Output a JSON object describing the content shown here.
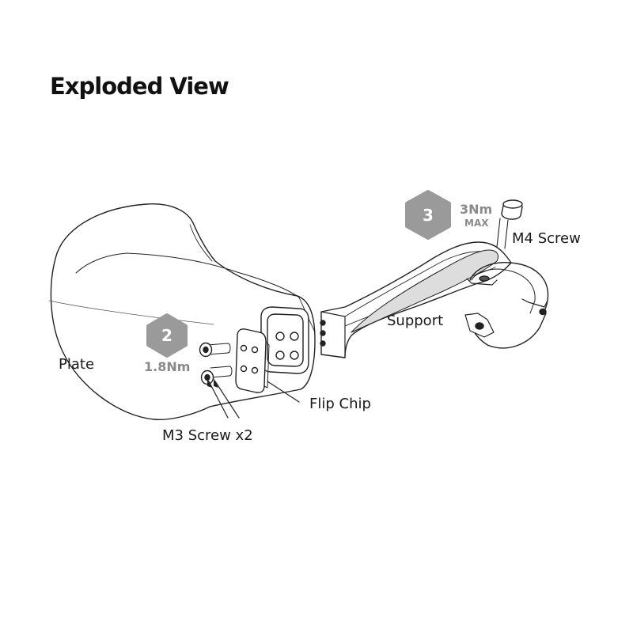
{
  "title": "Exploded View",
  "colors": {
    "line": "#222222",
    "badge": "#9a9a9a",
    "torque_text": "#8a8a8a"
  },
  "steps": [
    {
      "number": "2",
      "torque": "1.8Nm",
      "qualifier": ""
    },
    {
      "number": "3",
      "torque": "3Nm",
      "qualifier": "MAX"
    }
  ],
  "labels": {
    "plate": "Plate",
    "flip_chip": "Flip Chip",
    "m3_screw": "M3 Screw x2",
    "support": "Support",
    "m4_screw": "M4 Screw"
  }
}
